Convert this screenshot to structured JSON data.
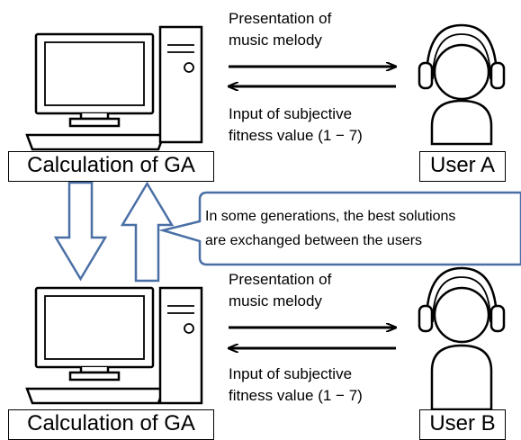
{
  "top": {
    "presentation_line1": "Presentation of",
    "presentation_line2": "music melody",
    "input_line1": "Input of subjective",
    "input_line2": "fitness value (1 − 7)",
    "system_label": "Calculation of GA",
    "user_label": "User A"
  },
  "bottom": {
    "presentation_line1": "Presentation of",
    "presentation_line2": "music melody",
    "input_line1": "Input of subjective",
    "input_line2": "fitness value (1 − 7)",
    "system_label": "Calculation of GA",
    "user_label": "User B"
  },
  "callout": {
    "line1": "In some generations, the best solutions",
    "line2": "are exchanged between the users"
  },
  "icons": {
    "computer": "computer-icon",
    "user": "user-headphones-icon"
  },
  "colors": {
    "line": "#000000",
    "callout_border": "#4a6fa5",
    "exchange_arrow_border": "#4a6fa5"
  }
}
